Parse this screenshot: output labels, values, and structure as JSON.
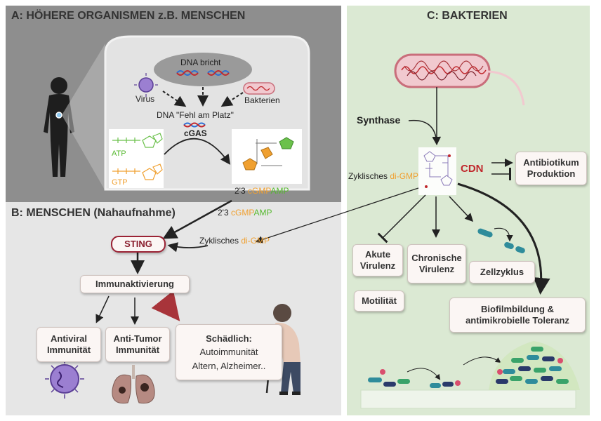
{
  "panel_a": {
    "title": "A: HÖHERE ORGANISMEN z.B. MENSCHEN",
    "dna_breaks": "DNA bricht",
    "virus": "Virus",
    "bacteria": "Bakterien",
    "misplaced_dna": "DNA \"Fehl am Platz\"",
    "cgas": "cGAS",
    "atp": "ATP",
    "gtp": "GTP",
    "product_prefix": "2'3",
    "product_cgmp": "cGMP",
    "product_amp": "AMP"
  },
  "panel_b": {
    "title": "B: MENSCHEN (Nahaufnahme)",
    "product_prefix": "2'3",
    "product_cgmp": "cGMP",
    "product_amp": "AMP",
    "cyclic_prefix": "Zyklisches",
    "cyclic_digmp": "di-GMP",
    "sting": "STING",
    "immune_activation": "Immunaktivierung",
    "antiviral_1": "Antiviral",
    "antiviral_2": "Immunität",
    "antitumor_1": "Anti-Tumor",
    "antitumor_2": "Immunität",
    "harmful_title": "Schädlich:",
    "harmful_1": "Autoimmunität",
    "harmful_2": "Altern, Alzheimer.."
  },
  "panel_c": {
    "title": "C: BAKTERIEN",
    "synthase": "Synthase",
    "cyclic_prefix": "Zyklisches",
    "cyclic_digmp": "di-GMP",
    "cdn": "CDN",
    "antibiotic_1": "Antibiotikum",
    "antibiotic_2": "Produktion",
    "acute_1": "Akute",
    "acute_2": "Virulenz",
    "chronic_1": "Chronische",
    "chronic_2": "Virulenz",
    "cell_cycle": "Zellzyklus",
    "motility": "Motilität",
    "biofilm_1": "Biofilmbildung &",
    "biofilm_2": "antimikrobielle Toleranz"
  },
  "colors": {
    "orange": "#f0a030",
    "green": "#55b82e",
    "sting_red": "#9b2335",
    "cdn_red": "#c0282d",
    "harm_arrow": "#a8343a"
  }
}
